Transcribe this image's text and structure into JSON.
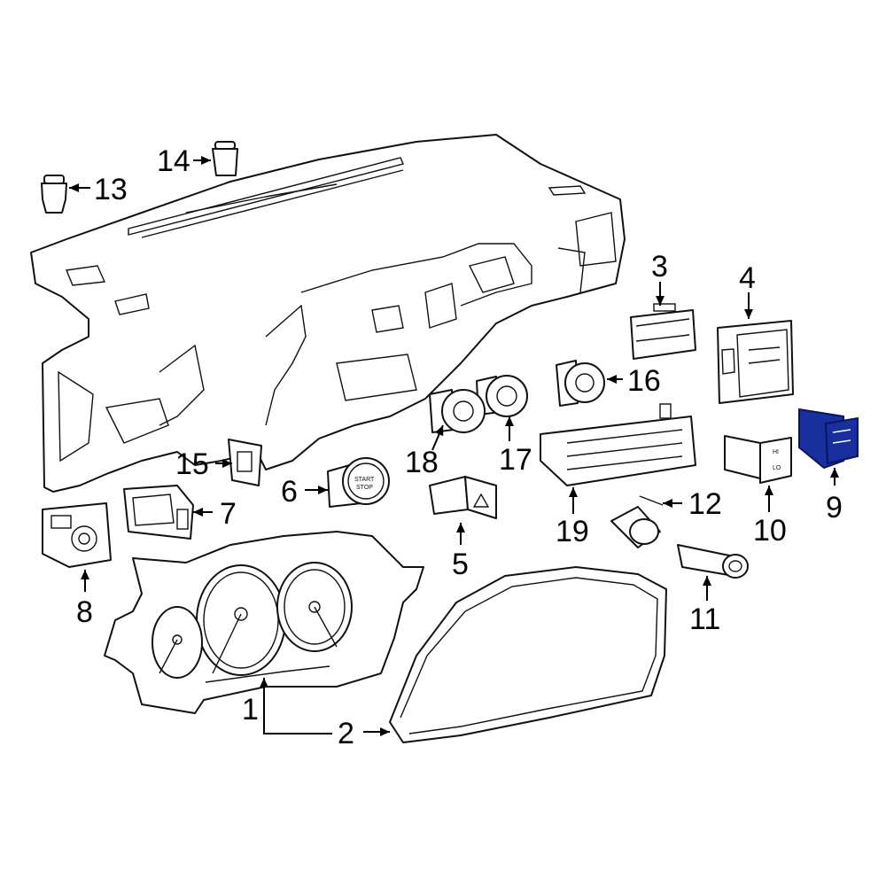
{
  "callouts": {
    "c1": "1",
    "c2": "2",
    "c3": "3",
    "c4": "4",
    "c5": "5",
    "c6": "6",
    "c7": "7",
    "c8": "8",
    "c9": "9",
    "c10": "10",
    "c11": "11",
    "c12": "12",
    "c13": "13",
    "c14": "14",
    "c15": "15",
    "c16": "16",
    "c17": "17",
    "c18": "18",
    "c19": "19"
  },
  "part_text": {
    "start_line1": "START",
    "start_line2": "STOP",
    "switch_hi": "HI",
    "switch_lo": "LO"
  },
  "colors": {
    "highlight_fill": "#1a2f9e",
    "highlight_stroke": "#0a1560",
    "line": "#111111"
  }
}
